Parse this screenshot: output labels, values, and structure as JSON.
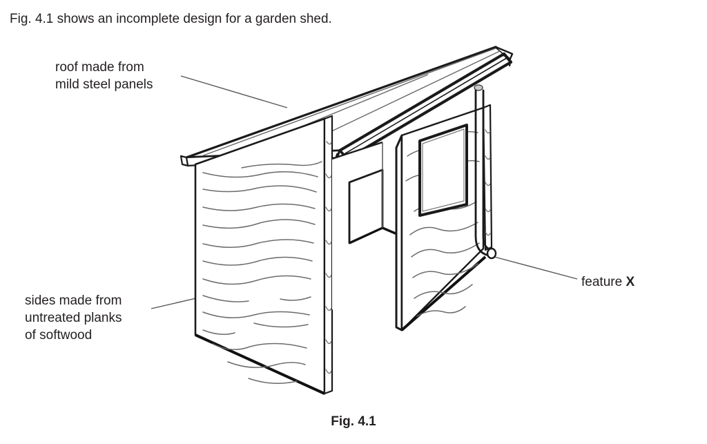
{
  "page": {
    "intro": "Fig. 4.1 shows an incomplete design for a garden shed.",
    "caption": "Fig. 4.1",
    "background_color": "#ffffff",
    "ink_color": "#231f20",
    "line_color_heavy": "#1a1a1a",
    "line_color_light": "#555555"
  },
  "labels": {
    "roof": "roof made from\nmild steel panels",
    "sides": "sides made from\nuntreated planks\nof softwood",
    "feature_prefix": "feature ",
    "feature_marker": "X"
  },
  "diagram": {
    "title": "Fig. 4.1",
    "subject": "isometric line drawing of an incomplete garden shed design",
    "annotated_parts": [
      {
        "name": "roof",
        "label": "roof made from mild steel panels",
        "leader_from": [
          262,
          110
        ],
        "leader_to": [
          416,
          156
        ]
      },
      {
        "name": "sides",
        "label": "sides made from untreated planks of softwood",
        "leader_from": [
          219,
          447
        ],
        "leader_to": [
          301,
          428
        ]
      },
      {
        "name": "feature-x",
        "label": "feature X",
        "leader_from": [
          836,
          404
        ],
        "leader_to": [
          716,
          372
        ]
      }
    ],
    "features": [
      "pitched mild steel panel roof with seam lines",
      "gutter along front eave with rounded end cap",
      "downpipe with curved shoe at base (feature X)",
      "softwood plank side walls with wavy grain",
      "open doorway revealing interior back wall",
      "rectangular window opening in front wall"
    ]
  }
}
